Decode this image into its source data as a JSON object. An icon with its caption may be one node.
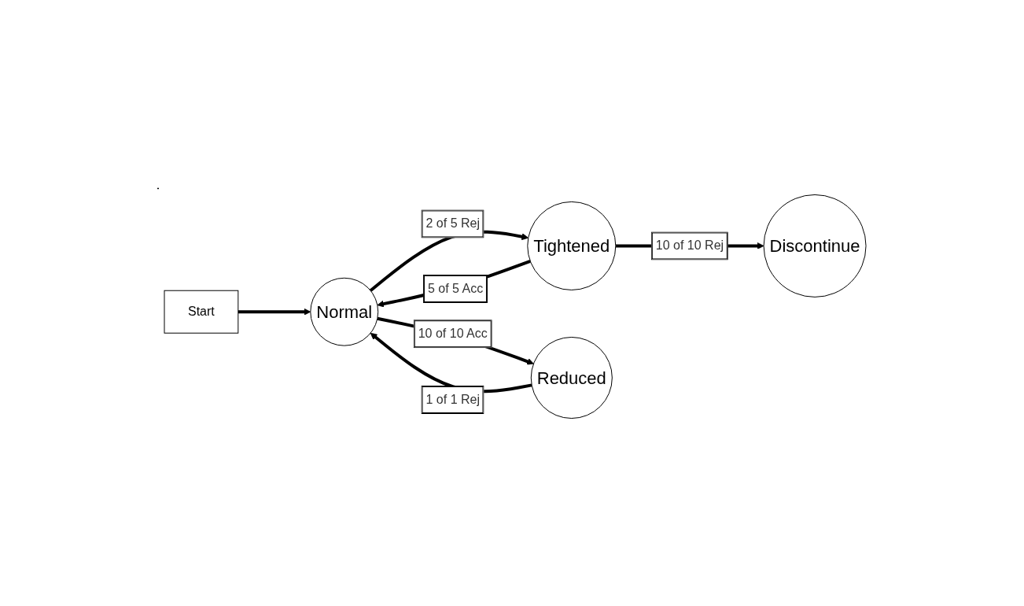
{
  "diagram": {
    "nodes": [
      {
        "text": [
          "Start"
        ]
      },
      {
        "text": [
          "Normal"
        ]
      },
      {
        "text": [
          "Tightened"
        ]
      },
      {
        "text": [
          "Discontinue"
        ]
      },
      {
        "text": [
          "Reduced"
        ]
      }
    ],
    "edges": [
      {
        "from": 0,
        "to": 1,
        "arrow": "to"
      },
      {
        "from": 1,
        "to": 2,
        "arrow": "to",
        "label": "2 of 5 Rej"
      },
      {
        "from": 2,
        "to": 3,
        "arrow": "to",
        "label": "10 of 10 Rej"
      },
      {
        "from": 2,
        "to": 1,
        "arrow": "to",
        "label": "5 of 5 Acc"
      },
      {
        "from": 4,
        "to": 1,
        "arrow": "to",
        "label": "1 of 1 Rej"
      },
      {
        "from": 1,
        "to": 4,
        "arrow": "to",
        "label": "10 of 10 Acc"
      }
    ]
  }
}
